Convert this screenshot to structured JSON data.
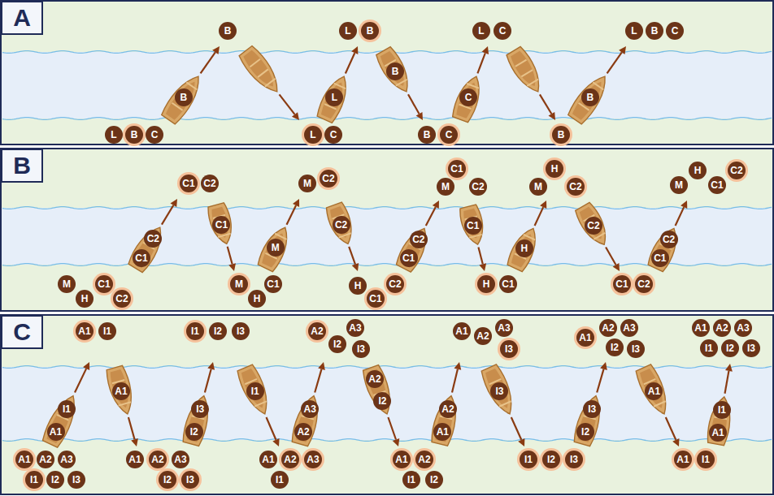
{
  "diagram": {
    "nodes": [
      {
        "text": [
          "A"
        ]
      },
      {
        "text": [
          "L"
        ]
      },
      {
        "text": [
          "B"
        ]
      },
      {
        "text": [
          "C"
        ]
      },
      {
        "text": [
          "B"
        ]
      },
      {
        "text": [
          "B"
        ]
      },
      {
        "text": [
          "L"
        ]
      },
      {
        "text": [
          "C"
        ]
      },
      {
        "text": [
          "L"
        ]
      },
      {
        "text": [
          "L"
        ]
      },
      {
        "text": [
          "B"
        ]
      },
      {
        "text": [
          "B"
        ]
      },
      {
        "text": [
          "B"
        ]
      },
      {
        "text": [
          "C"
        ]
      },
      {
        "text": [
          "C"
        ]
      },
      {
        "text": [
          "L"
        ]
      },
      {
        "text": [
          "C"
        ]
      },
      {
        "text": [
          "B"
        ]
      },
      {
        "text": [
          "B"
        ]
      },
      {
        "text": [
          "L"
        ]
      },
      {
        "text": [
          "B"
        ]
      },
      {
        "text": [
          "C"
        ]
      },
      {
        "text": [
          "B"
        ]
      },
      {
        "text": [
          "M"
        ]
      },
      {
        "text": [
          "H"
        ]
      },
      {
        "text": [
          "C1"
        ]
      },
      {
        "text": [
          "C2"
        ]
      },
      {
        "text": [
          "C2"
        ]
      },
      {
        "text": [
          "C1"
        ]
      },
      {
        "text": [
          "C1"
        ]
      },
      {
        "text": [
          "C2"
        ]
      },
      {
        "text": [
          "C1"
        ]
      },
      {
        "text": [
          "M"
        ]
      },
      {
        "text": [
          "H"
        ]
      },
      {
        "text": [
          "C1"
        ]
      },
      {
        "text": [
          "M"
        ]
      },
      {
        "text": [
          "M"
        ]
      },
      {
        "text": [
          "C2"
        ]
      },
      {
        "text": [
          "C2"
        ]
      },
      {
        "text": [
          "H"
        ]
      },
      {
        "text": [
          "C1"
        ]
      },
      {
        "text": [
          "C2"
        ]
      },
      {
        "text": [
          "C2"
        ]
      },
      {
        "text": [
          "C1"
        ]
      },
      {
        "text": [
          "M"
        ]
      },
      {
        "text": [
          "C1"
        ]
      },
      {
        "text": [
          "C2"
        ]
      },
      {
        "text": [
          "C1"
        ]
      },
      {
        "text": [
          "H"
        ]
      },
      {
        "text": [
          "C1"
        ]
      },
      {
        "text": [
          "H"
        ]
      },
      {
        "text": [
          "M"
        ]
      },
      {
        "text": [
          "H"
        ]
      },
      {
        "text": [
          "C2"
        ]
      },
      {
        "text": [
          "C2"
        ]
      },
      {
        "text": [
          "C1"
        ]
      },
      {
        "text": [
          "C2"
        ]
      },
      {
        "text": [
          "C2"
        ]
      },
      {
        "text": [
          "C1"
        ]
      },
      {
        "text": [
          "M"
        ]
      },
      {
        "text": [
          "H"
        ]
      },
      {
        "text": [
          "C1"
        ]
      },
      {
        "text": [
          "C2"
        ]
      },
      {
        "text": [
          "C"
        ]
      },
      {
        "text": [
          "A1"
        ]
      },
      {
        "text": [
          "A2"
        ]
      },
      {
        "text": [
          "A3"
        ]
      },
      {
        "text": [
          "I1"
        ]
      },
      {
        "text": [
          "I2"
        ]
      },
      {
        "text": [
          "I3"
        ]
      },
      {
        "text": [
          "I1"
        ]
      },
      {
        "text": [
          "A1"
        ]
      },
      {
        "text": [
          "A1"
        ]
      },
      {
        "text": [
          "I1"
        ]
      },
      {
        "text": [
          "A1"
        ]
      },
      {
        "text": [
          "A1"
        ]
      },
      {
        "text": [
          "A2"
        ]
      },
      {
        "text": [
          "A3"
        ]
      },
      {
        "text": [
          "I2"
        ]
      },
      {
        "text": [
          "I3"
        ]
      },
      {
        "text": [
          "I3"
        ]
      },
      {
        "text": [
          "I2"
        ]
      },
      {
        "text": [
          "I1"
        ]
      },
      {
        "text": [
          "I2"
        ]
      },
      {
        "text": [
          "I3"
        ]
      },
      {
        "text": [
          "I1"
        ]
      },
      {
        "text": [
          "A1"
        ]
      },
      {
        "text": [
          "A2"
        ]
      },
      {
        "text": [
          "A3"
        ]
      },
      {
        "text": [
          "I1"
        ]
      },
      {
        "text": [
          "A3"
        ]
      },
      {
        "text": [
          "A2"
        ]
      },
      {
        "text": [
          "A2"
        ]
      },
      {
        "text": [
          "A3"
        ]
      },
      {
        "text": [
          "I2"
        ]
      },
      {
        "text": [
          "I3"
        ]
      },
      {
        "text": [
          "A2"
        ]
      },
      {
        "text": [
          "I2"
        ]
      },
      {
        "text": [
          "A1"
        ]
      },
      {
        "text": [
          "A2"
        ]
      },
      {
        "text": [
          "I1"
        ]
      },
      {
        "text": [
          "I2"
        ]
      },
      {
        "text": [
          "A2"
        ]
      },
      {
        "text": [
          "A1"
        ]
      },
      {
        "text": [
          "A1"
        ]
      },
      {
        "text": [
          "A2"
        ]
      },
      {
        "text": [
          "A3"
        ]
      },
      {
        "text": [
          "I3"
        ]
      },
      {
        "text": [
          "I3"
        ]
      },
      {
        "text": [
          "I1"
        ]
      },
      {
        "text": [
          "I2"
        ]
      },
      {
        "text": [
          "I3"
        ]
      },
      {
        "text": [
          "I3"
        ]
      },
      {
        "text": [
          "I2"
        ]
      },
      {
        "text": [
          "A1"
        ]
      },
      {
        "text": [
          "A2"
        ]
      },
      {
        "text": [
          "A3"
        ]
      },
      {
        "text": [
          "I2"
        ]
      },
      {
        "text": [
          "I3"
        ]
      },
      {
        "text": [
          "A1"
        ]
      },
      {
        "text": [
          "A1"
        ]
      },
      {
        "text": [
          "I1"
        ]
      },
      {
        "text": [
          "I1"
        ]
      },
      {
        "text": [
          "A1"
        ]
      },
      {
        "text": [
          "A1"
        ]
      },
      {
        "text": [
          "A2"
        ]
      },
      {
        "text": [
          "A3"
        ]
      },
      {
        "text": [
          "I1"
        ]
      },
      {
        "text": [
          "I2"
        ]
      },
      {
        "text": [
          "I3"
        ]
      }
    ]
  }
}
